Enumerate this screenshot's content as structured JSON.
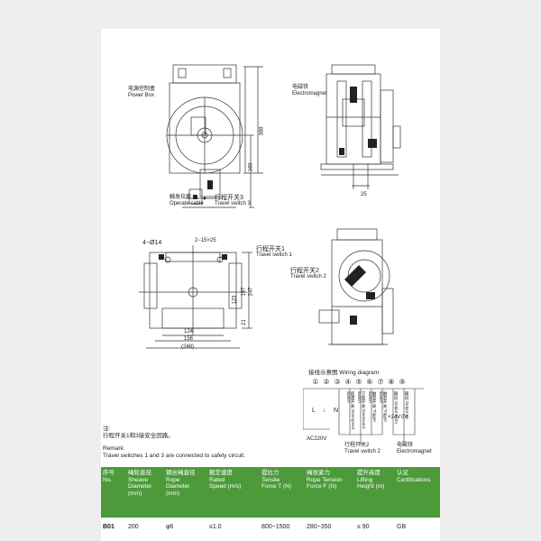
{
  "labels": {
    "power_box": {
      "zh": "电源控制盒",
      "en": "Power Box"
    },
    "electromagnet_top": {
      "zh": "电磁铁",
      "en": "Electromagnet"
    },
    "operate_cable": {
      "zh": "触发拉索",
      "en": "Operate cable"
    },
    "travel_switch_3": {
      "zh": "行程开关3",
      "en": "Travel switch 3"
    },
    "travel_switch_1": {
      "zh": "行程开关1",
      "en": "Travel switch 1"
    },
    "travel_switch_2": {
      "zh": "行程开关2",
      "en": "Travel switch 2"
    }
  },
  "dimensions": {
    "d388": "388",
    "d169": "169",
    "d25": "25",
    "holes": "4−Ø14",
    "slot": "2−15×25",
    "d123": "123",
    "d197": "197",
    "d247": "247",
    "d21": "21",
    "d124": "124",
    "d156": "156",
    "d248": "(248)"
  },
  "wiring": {
    "title": "接线示意图 Wiring diagram",
    "terminals": [
      "①",
      "②",
      "③",
      "④",
      "⑤",
      "⑥",
      "⑦",
      "⑧",
      "⑨"
    ],
    "signals": [
      "L",
      "↓",
      "N"
    ],
    "descriptions": [
      "超速开关 Overspeed switch",
      "下限开关 Downward switch",
      "触发开关 Trigger switch",
      "触发开关 Trigger switch",
      "输出 Output +24V",
      "输出 Output 0V"
    ],
    "plus24": "+24V",
    "zero_v": "0V",
    "ac220": "AC220V",
    "switch2": {
      "zh": "行程开关2",
      "en": "Travel switch 2"
    },
    "magnet": {
      "zh": "电磁铁",
      "en": "Electromagnet"
    }
  },
  "notes": {
    "zh_title": "注:",
    "zh_body": "行程开关1和3接安全回路。",
    "en_title": "Remark:",
    "en_body": "Travel switches 1 and 3 are connected to safety circuit."
  },
  "table": {
    "headers": [
      {
        "zh": "序号",
        "en": "No."
      },
      {
        "zh": "绳轮直径",
        "en": "Sheave Diameter (mm)"
      },
      {
        "zh": "钢丝绳直径",
        "en": "Rope Diameter (mm)"
      },
      {
        "zh": "额定速度",
        "en": "Rated Speed (m/s)"
      },
      {
        "zh": "提拉力",
        "en": "Tensile Force T (N)"
      },
      {
        "zh": "绳张紧力",
        "en": "Rope Tension Force F (N)"
      },
      {
        "zh": "提升高度",
        "en": "Lifting Height (m)"
      },
      {
        "zh": "认证",
        "en": "Certifications"
      }
    ],
    "row": [
      "B01",
      "200",
      "φ6",
      "≤1.0",
      "800~1500",
      "280~350",
      "≤ 90",
      "GB"
    ]
  },
  "colors": {
    "table_header": "#4c9a3a"
  }
}
